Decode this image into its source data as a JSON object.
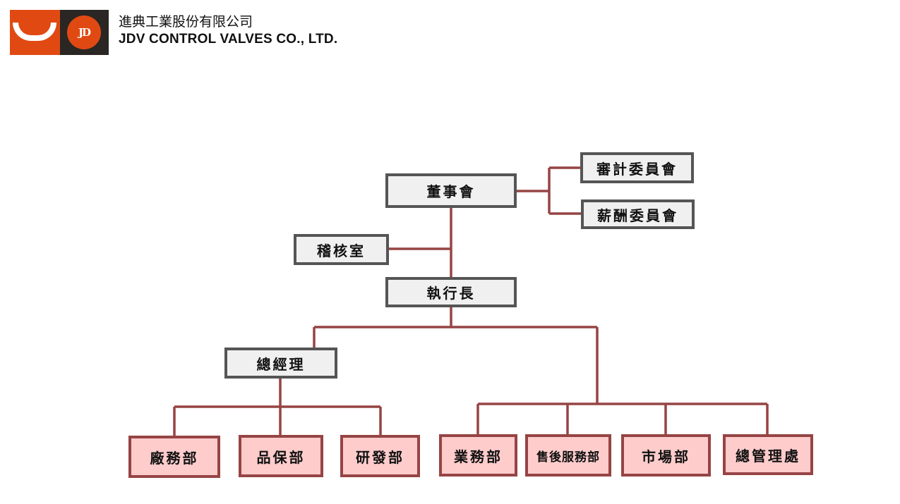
{
  "header": {
    "logo_mark": "JD",
    "company_name_zh": "進典工業股份有限公司",
    "company_name_en": "JDV CONTROL VALVES CO., LTD."
  },
  "org_chart": {
    "board": "董事會",
    "committees": [
      "審計委員會",
      "薪酬委員會"
    ],
    "audit_office": "稽核室",
    "ceo": "執行長",
    "general_manager": "總經理",
    "gm_departments": [
      "廠務部",
      "品保部",
      "研發部"
    ],
    "ceo_departments": [
      "業務部",
      "售後服務部",
      "市場部",
      "總管理處"
    ]
  },
  "colors": {
    "connector": "#964444",
    "exec_box_fill": "#f0f0f0",
    "exec_box_border": "#555555",
    "dept_box_fill": "#ffcccc",
    "dept_box_border": "#964444",
    "logo_orange": "#e04a12",
    "logo_dark": "#2a2624"
  }
}
